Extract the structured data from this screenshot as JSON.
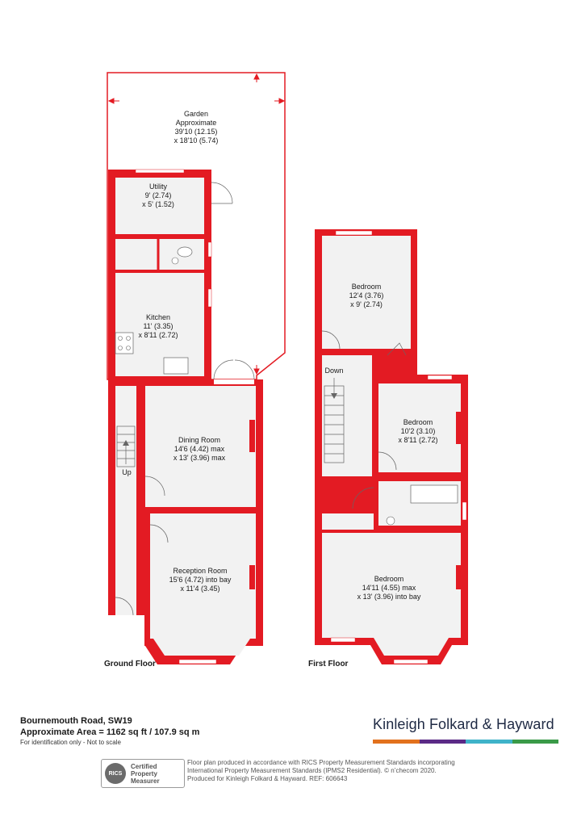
{
  "rooms": {
    "garden": {
      "name1": "Garden",
      "name2": "Approximate",
      "dim1": "39'10 (12.15)",
      "dim2": "x 18'10 (5.74)"
    },
    "utility": {
      "name": "Utility",
      "dim1": "9' (2.74)",
      "dim2": "x 5' (1.52)"
    },
    "kitchen": {
      "name": "Kitchen",
      "dim1": "11' (3.35)",
      "dim2": "x 8'11 (2.72)"
    },
    "dining": {
      "name": "Dining Room",
      "dim1": "14'6 (4.42) max",
      "dim2": "x 13' (3.96) max"
    },
    "reception": {
      "name": "Reception Room",
      "dim1": "15'6 (4.72) into bay",
      "dim2": "x 11'4 (3.45)"
    },
    "bedroom1": {
      "name": "Bedroom",
      "dim1": "12'4 (3.76)",
      "dim2": "x 9' (2.74)"
    },
    "bedroom2": {
      "name": "Bedroom",
      "dim1": "10'2 (3.10)",
      "dim2": "x 8'11 (2.72)"
    },
    "bedroom3": {
      "name": "Bedroom",
      "dim1": "14'11 (4.55) max",
      "dim2": "x 13' (3.96) into bay"
    }
  },
  "stairs": {
    "up": "Up",
    "down": "Down"
  },
  "floors": {
    "ground": "Ground Floor",
    "first": "First Floor"
  },
  "address": {
    "line1": "Bournemouth Road, SW19",
    "line2": "Approximate Area = 1162 sq ft / 107.9 sq m",
    "note": "For identification only - Not to scale"
  },
  "brand": {
    "name": "Kinleigh Folkard & Hayward",
    "colors": [
      "#e2711d",
      "#5b2a86",
      "#3fb3c9",
      "#3a9a48"
    ]
  },
  "rics": {
    "logo": "RICS",
    "line1": "Certified",
    "line2": "Property",
    "line3": "Measurer"
  },
  "disclaimer": {
    "line1": "Floor plan produced in accordance with RICS Property Measurement Standards incorporating",
    "line2": "International Property Measurement Standards (IPMS2 Residential). © n’checom 2020.",
    "line3": "Produced for Kinleigh Folkard & Hayward.   REF: 606643"
  },
  "colors": {
    "wall": "#e31b23",
    "floor": "#f2f2f2",
    "garden_outline": "#e31b23"
  }
}
